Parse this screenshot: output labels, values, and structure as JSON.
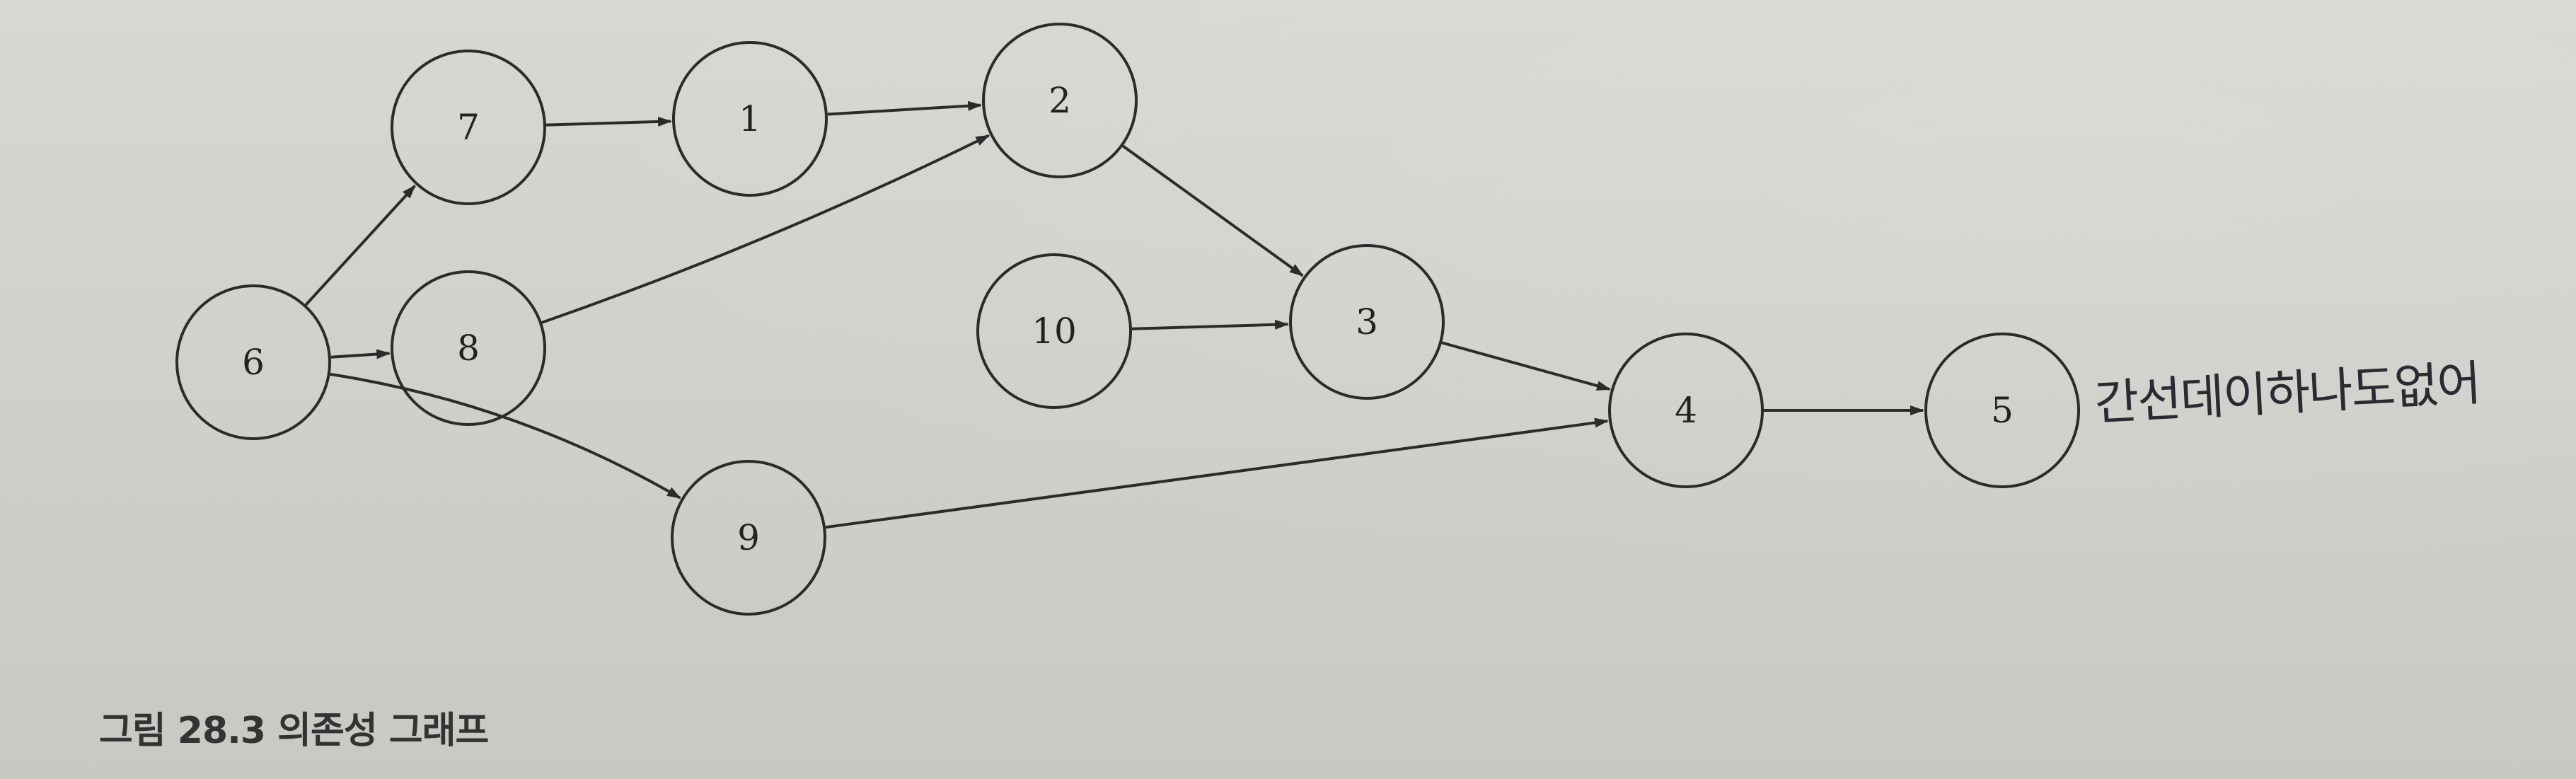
{
  "figure": {
    "caption": "그림 28.3 의존성 그래프",
    "handwritten_note": "간선데이하나도없어"
  },
  "diagram": {
    "nodes": [
      {
        "id": "1",
        "label": "1"
      },
      {
        "id": "2",
        "label": "2"
      },
      {
        "id": "3",
        "label": "3"
      },
      {
        "id": "4",
        "label": "4"
      },
      {
        "id": "5",
        "label": "5"
      },
      {
        "id": "6",
        "label": "6"
      },
      {
        "id": "7",
        "label": "7"
      },
      {
        "id": "8",
        "label": "8"
      },
      {
        "id": "9",
        "label": "9"
      },
      {
        "id": "10",
        "label": "10"
      }
    ],
    "edges": [
      {
        "from": "6",
        "to": "7"
      },
      {
        "from": "6",
        "to": "8"
      },
      {
        "from": "6",
        "to": "9"
      },
      {
        "from": "7",
        "to": "1"
      },
      {
        "from": "1",
        "to": "2"
      },
      {
        "from": "8",
        "to": "2"
      },
      {
        "from": "2",
        "to": "3"
      },
      {
        "from": "10",
        "to": "3"
      },
      {
        "from": "3",
        "to": "4"
      },
      {
        "from": "9",
        "to": "4"
      },
      {
        "from": "4",
        "to": "5"
      }
    ]
  }
}
